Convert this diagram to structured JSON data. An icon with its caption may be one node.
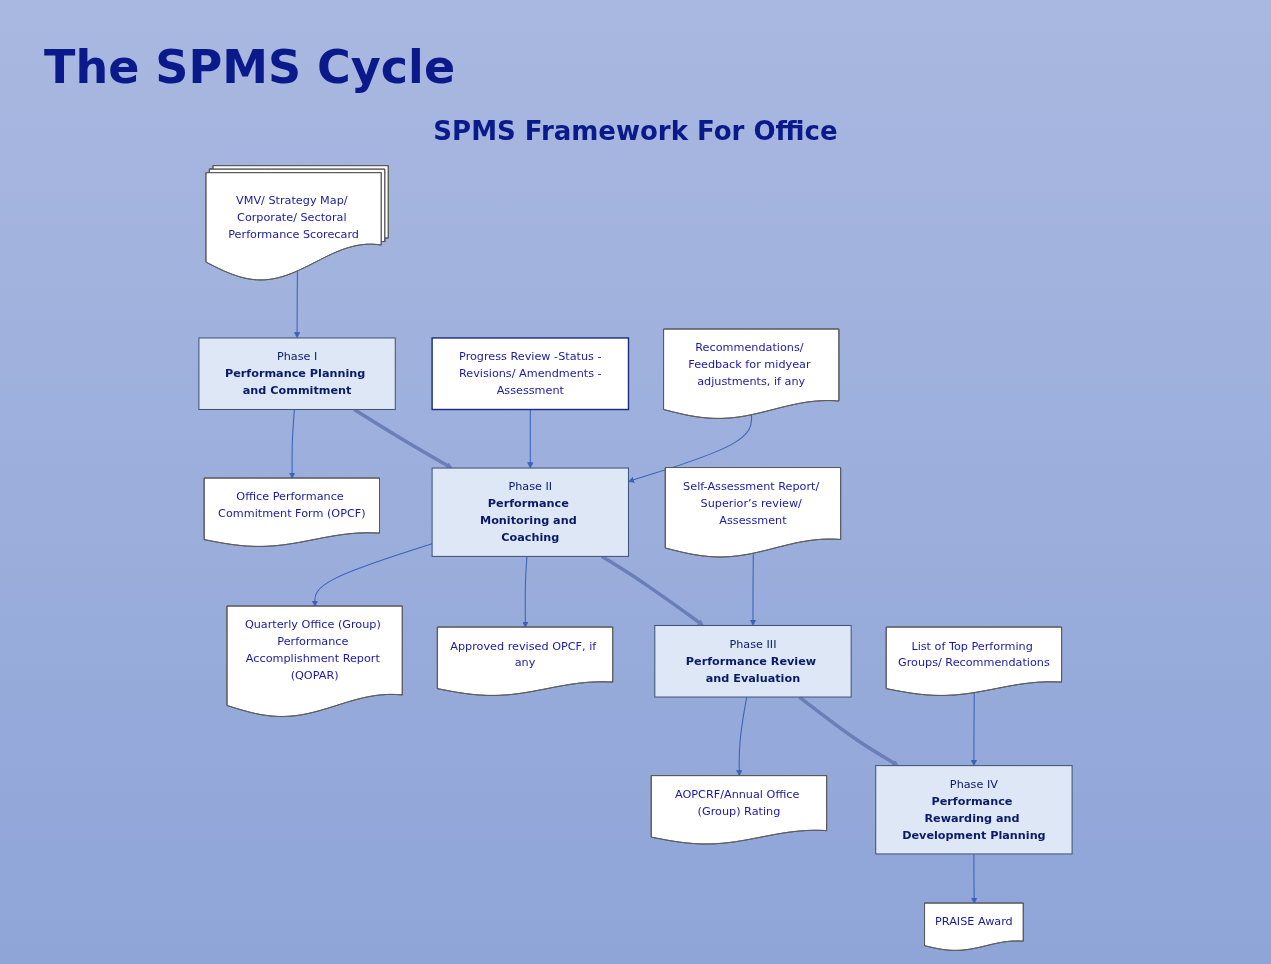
{
  "diagram": {
    "title": "The SPMS Cycle",
    "nodes": [
      {
        "text": [
          "VMV/ Strategy Map/ Corporate/ Sectoral Performance Scorecard"
        ]
      },
      {
        "text": [
          "Phase I",
          "Performance Planning and Commitment"
        ]
      },
      {
        "text": [
          "Office Performance Commitment Form (OPCF)"
        ]
      },
      {
        "text": [
          "Progress Review -Status -Revisions/ Amendments -Assessment"
        ]
      },
      {
        "text": [
          "Phase II",
          "Performance Monitoring and Coaching"
        ]
      },
      {
        "text": [
          "Quarterly Office (Group) Performance Accomplishment Report (QOPAR)"
        ]
      },
      {
        "text": [
          "Recommendations/ Feedback for midyear adjustments, if any"
        ]
      },
      {
        "text": [
          "Approved revised OPCF, if any"
        ]
      },
      {
        "text": [
          "Self-Assessment Report/ Superior’s review/ Assessment"
        ]
      },
      {
        "text": [
          "Phase III",
          "Performance Review and Evaluation"
        ]
      },
      {
        "text": [
          "AOPCRF/Annual Office (Group) Rating"
        ]
      },
      {
        "text": [
          "List of Top Performing Groups/ Recommendations"
        ]
      },
      {
        "text": [
          "Phase IV",
          "Performance Rewarding and Development Planning"
        ]
      },
      {
        "text": [
          "PRAISE Award"
        ]
      }
    ],
    "edges": [
      {
        "from": 0,
        "to": 1,
        "arrow": "to"
      },
      {
        "from": 1,
        "to": 2,
        "arrow": "to"
      },
      {
        "from": 1,
        "to": 4,
        "arrow": "to",
        "style": "thick"
      },
      {
        "from": 3,
        "to": 4,
        "arrow": "to"
      },
      {
        "from": 4,
        "to": 5,
        "arrow": "to"
      },
      {
        "from": 6,
        "to": 4,
        "arrow": "to"
      },
      {
        "from": 4,
        "to": 7,
        "arrow": "to"
      },
      {
        "from": 4,
        "to": 9,
        "arrow": "to",
        "style": "thick"
      },
      {
        "from": 8,
        "to": 9,
        "arrow": "to"
      },
      {
        "from": 9,
        "to": 10,
        "arrow": "to"
      },
      {
        "from": 9,
        "to": 12,
        "arrow": "to",
        "style": "thick"
      },
      {
        "from": 11,
        "to": 12,
        "arrow": "to"
      },
      {
        "from": 12,
        "to": 13,
        "arrow": "to"
      }
    ],
    "labels": [
      "SPMS Framework For Office"
    ]
  }
}
